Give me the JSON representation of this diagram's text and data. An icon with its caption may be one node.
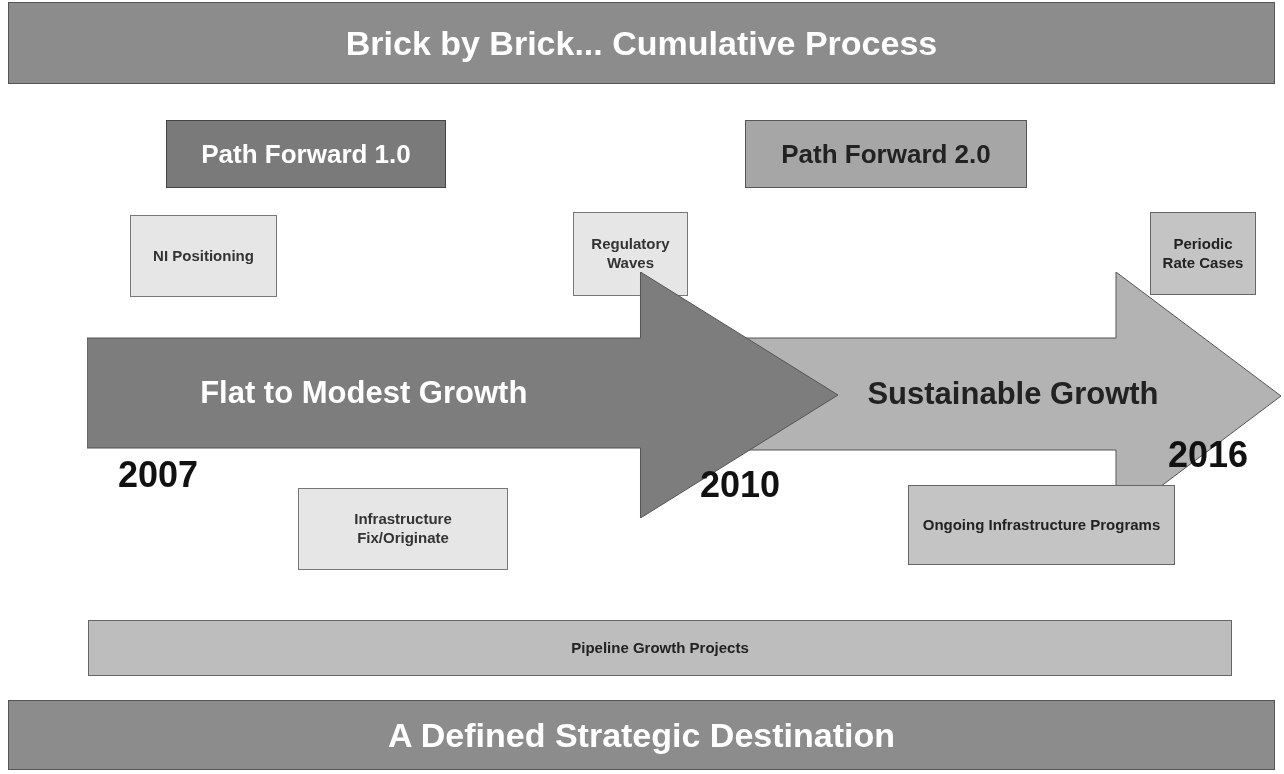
{
  "diagram": {
    "nodes": [
      {
        "text": [
          "Brick by Brick... Cumulative Process"
        ]
      },
      {
        "text": [
          "Path Forward 1.0"
        ]
      },
      {
        "text": [
          "Path Forward 2.0"
        ]
      },
      {
        "text": [
          "NI Positioning"
        ]
      },
      {
        "text": [
          "Regulatory Waves"
        ]
      },
      {
        "text": [
          "Periodic Rate Cases"
        ]
      },
      {
        "text": [
          "Sustainable Growth"
        ]
      },
      {
        "text": [
          "Flat to Modest Growth"
        ]
      },
      {
        "text": [
          "Infrastructure Fix/Originate"
        ]
      },
      {
        "text": [
          "Ongoing Infrastructure Programs"
        ]
      },
      {
        "text": [
          "Pipeline Growth Projects"
        ]
      },
      {
        "text": [
          "A Defined Strategic Destination"
        ]
      }
    ],
    "labels": [
      "2007",
      "2010",
      "2016"
    ]
  }
}
